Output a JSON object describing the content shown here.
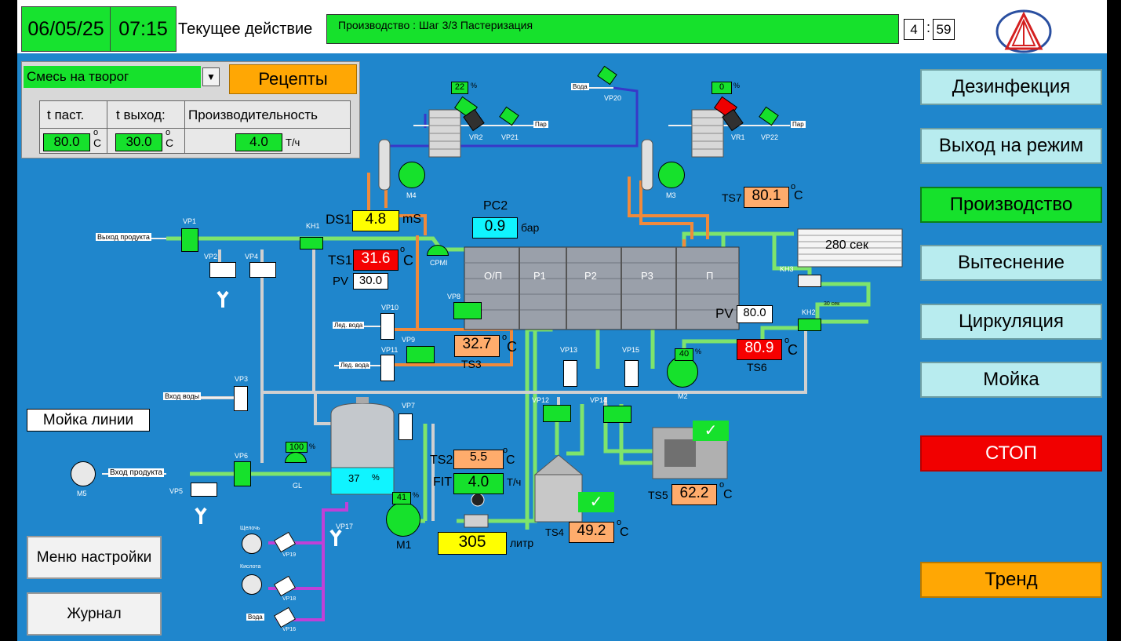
{
  "header": {
    "date": "06/05/25",
    "time": "07:15",
    "action_label": "Текущее действие",
    "action_value": "Производство : Шаг 3/3 Пастеризация",
    "timer_min": "4",
    "timer_sep": ":",
    "timer_sec": "59"
  },
  "recipe": {
    "selected": "Смесь на творог",
    "recipes_button": "Рецепты",
    "headers": [
      "t паст.",
      "t выход:",
      "Производительность"
    ],
    "t_past": "80.0",
    "t_past_unit_o": "o",
    "t_past_unit_c": "C",
    "t_out": "30.0",
    "t_out_unit_o": "o",
    "t_out_unit_c": "C",
    "productivity": "4.0",
    "productivity_unit": "Т/ч"
  },
  "menu": {
    "disinfection": "Дезинфекция",
    "mode_exit": "Выход на режим",
    "production": "Производство",
    "displacement": "Вытеснение",
    "circulation": "Циркуляция",
    "washing": "Мойка",
    "stop": "СТОП",
    "trend": "Тренд",
    "line_wash": "Мойка линии",
    "settings": "Меню настройки",
    "journal": "Журнал"
  },
  "sensors": {
    "DS1": {
      "label": "DS1",
      "value": "4.8",
      "unit": "mS"
    },
    "PC2": {
      "label": "PC2",
      "value": "0.9",
      "unit": "бар"
    },
    "TS1": {
      "label": "TS1",
      "value": "31.6",
      "unit": "C",
      "o": "o"
    },
    "PV1": {
      "label": "PV",
      "value": "30.0"
    },
    "TS3": {
      "label": "TS3",
      "value": "32.7",
      "unit": "C",
      "o": "o"
    },
    "TS7": {
      "label": "TS7",
      "value": "80.1",
      "unit": "C",
      "o": "o"
    },
    "PV2": {
      "label": "PV",
      "value": "80.0"
    },
    "TS6": {
      "label": "TS6",
      "value": "80.9",
      "unit": "C",
      "o": "o"
    },
    "TS2": {
      "label": "TS2",
      "value": "5.5",
      "unit": "C",
      "o": "o"
    },
    "FIT": {
      "label": "FIT",
      "value": "4.0",
      "unit": "Т/ч"
    },
    "volume": {
      "value": "305",
      "unit": "литр"
    },
    "TS4": {
      "label": "TS4",
      "value": "49.2",
      "unit": "C",
      "o": "o"
    },
    "TS5": {
      "label": "TS5",
      "value": "62.2",
      "unit": "C",
      "o": "o"
    }
  },
  "pasteurizer": {
    "sections": [
      "О/П",
      "Р1",
      "Р2",
      "Р3",
      "П"
    ],
    "holding": "280 сек",
    "small_holding": "30 сек",
    "cpm": "CPMI"
  },
  "tags": {
    "VP1": "VP1",
    "VP2": "VP2",
    "VP3": "VP3",
    "VP4": "VP4",
    "VP5": "VP5",
    "VP6": "VP6",
    "VP7": "VP7",
    "VP8": "VP8",
    "VP9": "VP9",
    "VP10": "VP10",
    "VP11": "VP11",
    "VP12": "VP12",
    "VP13": "VP13",
    "VP14": "VP14",
    "VP15": "VP15",
    "VP17": "VP17",
    "VP18": "VP18",
    "VP19": "VP19",
    "VP16": "VP16",
    "VP20": "VP20",
    "VP21": "VP21",
    "VP22": "VP22",
    "VR1": "VR1",
    "VR2": "VR2",
    "KH1": "KH1",
    "KH2": "KH2",
    "KH3": "KH3",
    "M1": "M1",
    "M2": "M2",
    "M3": "M3",
    "M4": "M4",
    "M5": "M5",
    "GL": "GL"
  },
  "valve_pct": {
    "VR2": "22",
    "VR1": "0",
    "GL": "100",
    "M1": "41",
    "M2": "40",
    "pct": "%"
  },
  "tank": {
    "level": "37",
    "unit": "%"
  },
  "flow_labels": {
    "product_out": "Выход продукта",
    "product_in": "Вход продукта",
    "water_in": "Вход воды",
    "ice_water_1": "Лед. вода",
    "ice_water_2": "Лед. вода",
    "steam_1": "Пар",
    "steam_2": "Пар",
    "water_top": "Вода",
    "water_bottom": "Вода",
    "alkali": "Щелочь",
    "acid": "Кислота"
  },
  "colors": {
    "screen_bg": "#1f86cc",
    "green": "#16e12c",
    "stop": "#f10000",
    "trend": "#ffa704",
    "hot_pipe": "#f08a3c",
    "product_pipe": "#7ee46c",
    "steam_pipe": "#3a3ad0",
    "wash_pipe": "#c040d8"
  }
}
